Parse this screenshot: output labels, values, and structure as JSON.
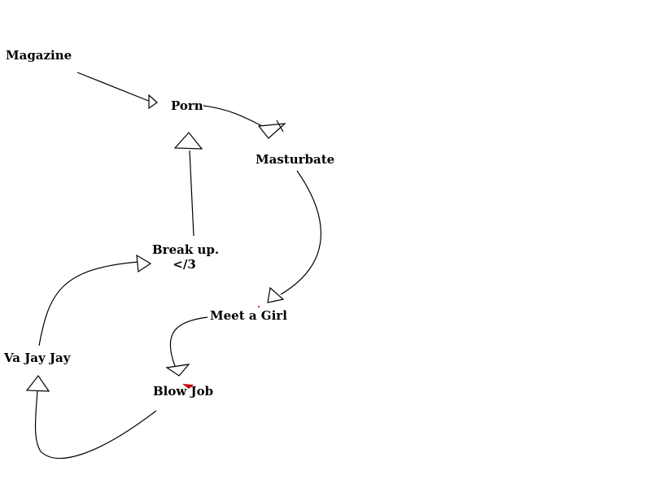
{
  "nodes": {
    "magazine": "Magazine",
    "porn": "Porn",
    "masturbate": "Masturbate",
    "break_up": "Break up.",
    "break_up_sub": "</3",
    "meet_a_girl": "Meet a Girl",
    "va_jay_jay": "Va Jay Jay",
    "blow_job": "Blow Job"
  },
  "colors": {
    "stroke": "#000000",
    "mark": "#c00000"
  }
}
